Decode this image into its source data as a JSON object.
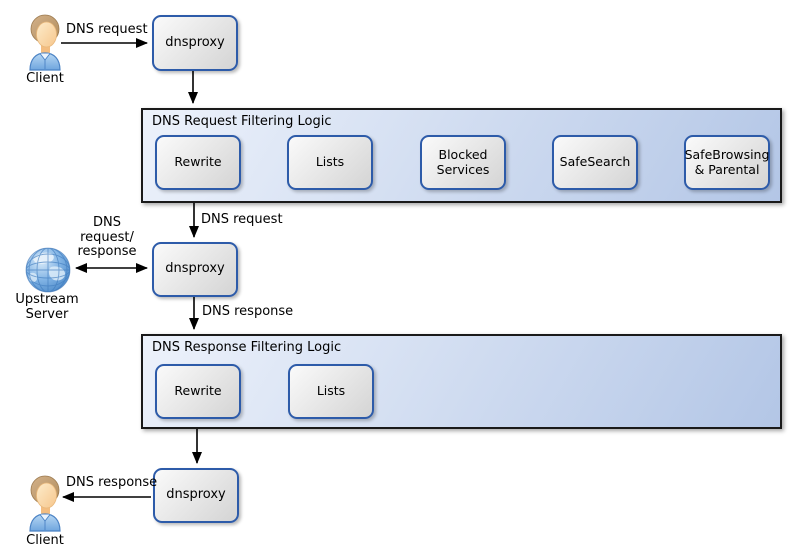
{
  "diagram": {
    "actors": {
      "client_top": {
        "label": "Client"
      },
      "upstream_server": {
        "label": "Upstream\nServer"
      },
      "client_bottom": {
        "label": "Client"
      }
    },
    "nodes": {
      "dnsproxy_top": {
        "label": "dnsproxy"
      },
      "dnsproxy_middle": {
        "label": "dnsproxy"
      },
      "dnsproxy_bottom": {
        "label": "dnsproxy"
      }
    },
    "containers": [
      {
        "title": "DNS Request Filtering Logic",
        "steps": [
          "Rewrite",
          "Lists",
          "Blocked Services",
          "SafeSearch",
          "SafeBrowsing & Parental"
        ]
      },
      {
        "title": "DNS Response Filtering Logic",
        "steps": [
          "Rewrite",
          "Lists"
        ]
      }
    ],
    "edge_labels": {
      "client_to_proxy": "DNS request",
      "filtered_request": "DNS request",
      "upstream_exchange": "DNS\nrequest/\nresponse",
      "proxy_response": "DNS response",
      "response_to_client": "DNS response"
    },
    "colors": {
      "background": "#ffffff",
      "text": "#000000",
      "arrow": "#000000",
      "node_border": "#2d5ba9",
      "node_fill_top": "#fafafa",
      "node_fill_bottom": "#d4d4d4",
      "container_border": "#1a1a1a",
      "container_fill_left": "#edf2fb",
      "container_fill_right": "#b3c6e6"
    }
  }
}
